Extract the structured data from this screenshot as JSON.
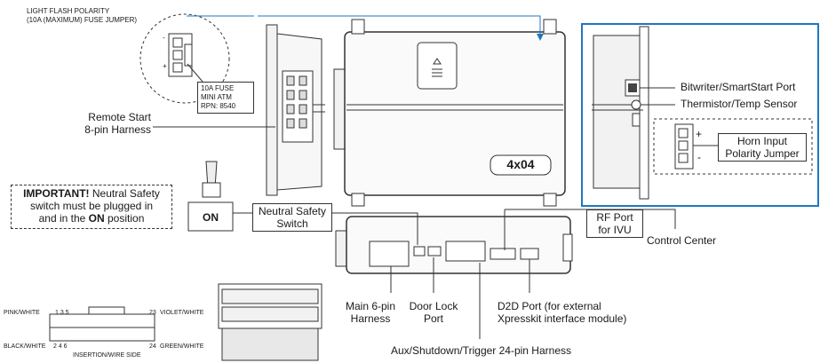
{
  "fuse_jumper": {
    "title_line1": "LIGHT FLASH POLARITY",
    "title_line2": "(10A (MAXIMUM) FUSE JUMPER)",
    "fuse_line1": "10A FUSE",
    "fuse_line2": "MINI ATM",
    "fuse_line3": "RPN: 8540",
    "minus": "-",
    "plus": "+"
  },
  "remote_start": {
    "line1": "Remote Start",
    "line2": "8-pin Harness"
  },
  "important": {
    "strong": "IMPORTANT!",
    "rest1": " Neutral Safety",
    "line2": "switch must be plugged in",
    "line3a": "and in the ",
    "on_word": "ON",
    "line3b": " position"
  },
  "toggle": {
    "label": "ON"
  },
  "neutral_switch": {
    "line1": "Neutral Safety",
    "line2": "Switch"
  },
  "module": {
    "model": "4x04"
  },
  "right_panel": {
    "bitwriter": "Bitwriter/SmartStart Port",
    "thermistor": "Thermistor/Temp Sensor",
    "horn_line1": "Horn Input",
    "horn_line2": "Polarity Jumper",
    "plus": "+",
    "minus": "-"
  },
  "rf_port": {
    "line1": "RF Port",
    "line2": "for IVU"
  },
  "control_center": "Control Center",
  "ports": {
    "main6_line1": "Main 6-pin",
    "main6_line2": "Harness",
    "door_line1": "Door Lock",
    "door_line2": "Port",
    "d2d_line1": "D2D Port (for external",
    "d2d_line2": "Xpresskit interface module)",
    "aux": "Aux/Shutdown/Trigger 24-pin Harness"
  },
  "pinout": {
    "pink": "PINK/WHITE",
    "top_pins": "1  3  5",
    "violet_num": "23",
    "violet": "VIOLET/WHITE",
    "black": "BLACK/WHITE",
    "bottom_pins": "2  4  6",
    "green_num": "24",
    "green": "GREEN/WHITE",
    "side": "INSERTION/WIRE SIDE"
  },
  "colors": {
    "accent_blue": "#1f77c0",
    "line": "#333333",
    "fill": "#f2f2f2"
  }
}
